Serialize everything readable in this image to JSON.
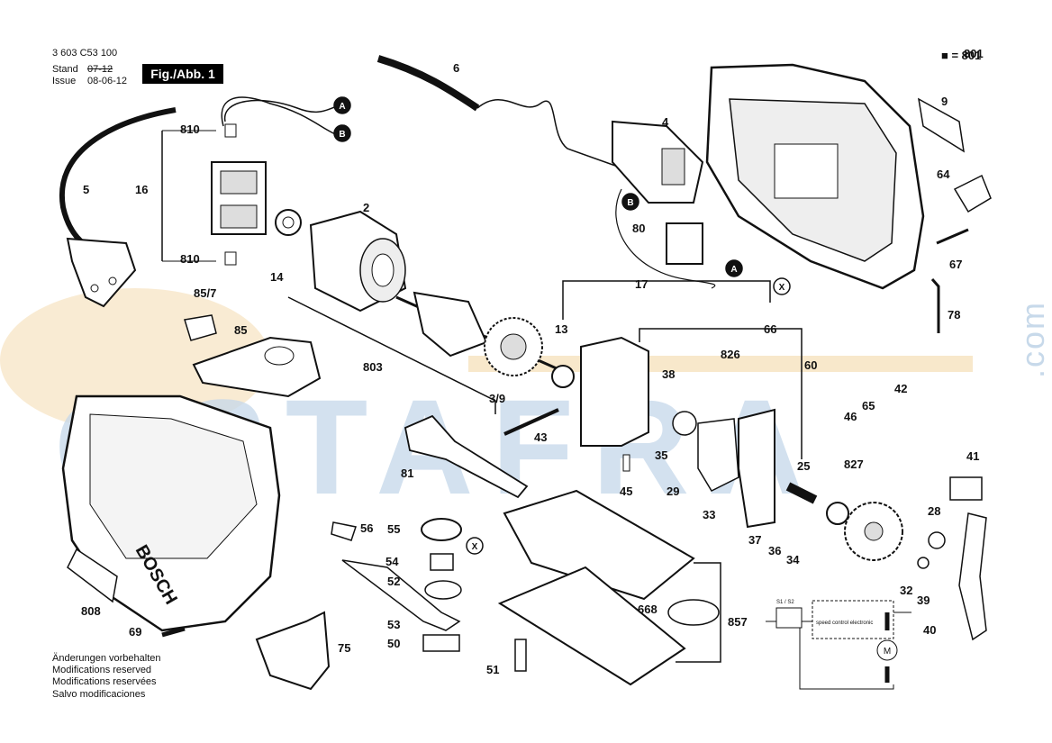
{
  "header": {
    "part_number": "3 603 C53 100",
    "stand_label": "Stand",
    "stand_value": "07-12",
    "issue_label": "Issue",
    "issue_value": "08-06-12",
    "figure_label": "Fig./Abb. 1"
  },
  "legend": {
    "text": "■ = 801"
  },
  "footer": {
    "lines": [
      "Änderungen vorbehalten",
      "Modifications reserved",
      "Modifications reservées",
      "Salvo modificaciones"
    ]
  },
  "watermark": {
    "letters": "OSTAFRA",
    "domain": ".com"
  },
  "brand": "BOSCH",
  "connectors": [
    "A",
    "B",
    "X"
  ],
  "part_labels": [
    "810",
    "16",
    "5",
    "810",
    "14",
    "2",
    "6",
    "4",
    "9",
    "64",
    "80",
    "17",
    "13",
    "66",
    "67",
    "85/7",
    "85",
    "803",
    "826",
    "38",
    "3/9",
    "43",
    "35",
    "60",
    "42",
    "46",
    "65",
    "78",
    "81",
    "45",
    "29",
    "33",
    "25",
    "827",
    "41",
    "28",
    "56",
    "55",
    "54",
    "52",
    "53",
    "50",
    "51",
    "668",
    "857",
    "37",
    "36",
    "34",
    "32",
    "39",
    "40",
    "808",
    "69",
    "75",
    "801"
  ],
  "circuit_labels": {
    "switch": "S1 / S2",
    "module": "speed control electronic",
    "motor": "M"
  },
  "colors": {
    "watermark_blue": "#c5d8ea",
    "watermark_orange": "#f6e2c0",
    "line": "#111111"
  }
}
